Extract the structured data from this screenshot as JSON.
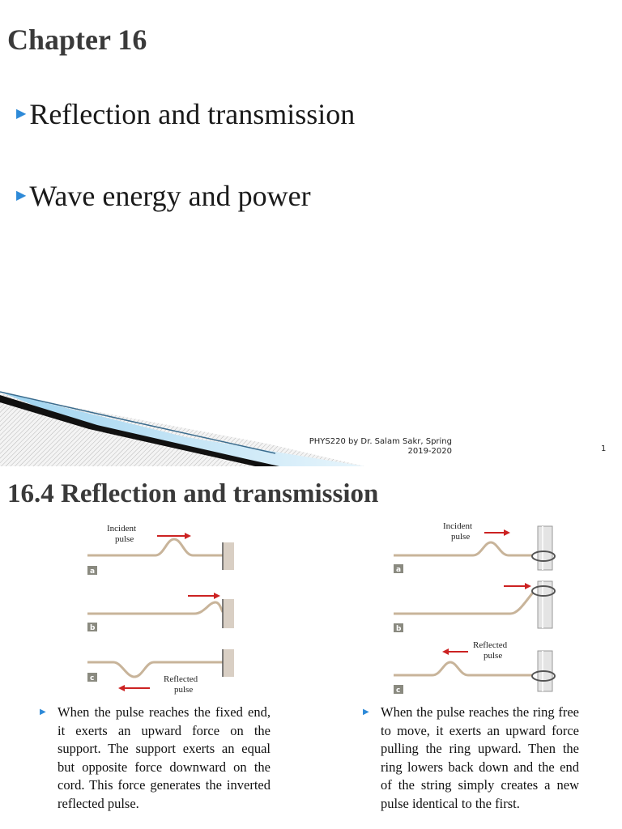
{
  "slide1": {
    "chapter_title": "Chapter 16",
    "bullets": [
      "Reflection and transmission",
      "Wave energy and power"
    ],
    "footer": {
      "line1": "PHYS220 by Dr. Salam Sakr, Spring",
      "line2": "2019-2020"
    },
    "page_number": "1",
    "accent_color": "#2e8ad8"
  },
  "slide2": {
    "title": "16.4 Reflection and transmission",
    "left_figure": {
      "incident_label_1": "Incident",
      "incident_label_2": "pulse",
      "reflected_label_1": "Reflected",
      "reflected_label_2": "pulse",
      "steps": [
        "a",
        "b",
        "c"
      ]
    },
    "right_figure": {
      "incident_label_1": "Incident",
      "incident_label_2": "pulse",
      "reflected_label_1": "Reflected",
      "reflected_label_2": "pulse",
      "steps": [
        "a",
        "b",
        "c"
      ]
    },
    "left_text": "When the pulse reaches the fixed end, it exerts an upward force on the support. The support exerts an equal but opposite force downward on the cord. This force generates the inverted reflected pulse.",
    "right_text": "When the pulse reaches the ring free to move, it exerts an upward force pulling the ring upward. Then the ring lowers back down and the end of the string simply creates a new pulse identical to the first."
  }
}
